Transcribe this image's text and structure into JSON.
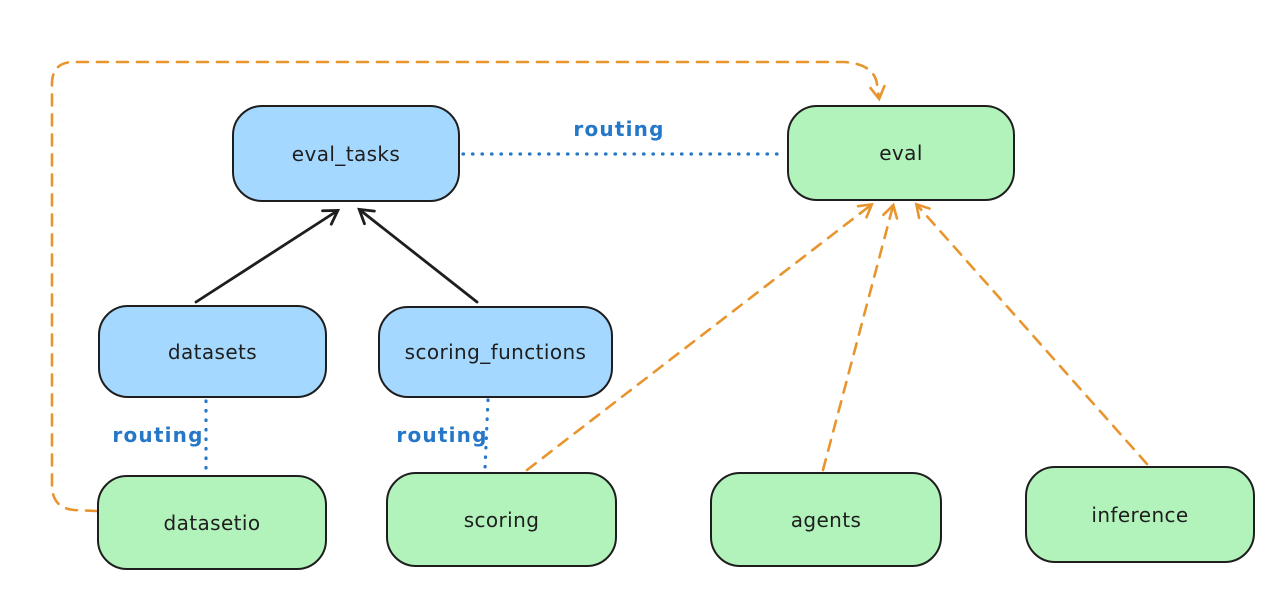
{
  "diagram": {
    "type": "architecture-flow-diagram",
    "colors": {
      "node_fill_blue": "#a5d8ff",
      "node_fill_green": "#b2f2bb",
      "node_stroke": "#1e1e1e",
      "solid_arrow": "#1e1e1e",
      "routing_blue": "#2577c8",
      "dashed_orange": "#e8952e",
      "background": "#ffffff"
    },
    "nodes": [
      {
        "id": "eval_tasks",
        "label": "eval_tasks",
        "fill": "blue"
      },
      {
        "id": "eval",
        "label": "eval",
        "fill": "green"
      },
      {
        "id": "datasets",
        "label": "datasets",
        "fill": "blue"
      },
      {
        "id": "scoring_functions",
        "label": "scoring_functions",
        "fill": "blue"
      },
      {
        "id": "datasetio",
        "label": "datasetio",
        "fill": "green"
      },
      {
        "id": "scoring",
        "label": "scoring",
        "fill": "green"
      },
      {
        "id": "agents",
        "label": "agents",
        "fill": "green"
      },
      {
        "id": "inference",
        "label": "inference",
        "fill": "green"
      }
    ],
    "edges": [
      {
        "from": "datasets",
        "to": "eval_tasks",
        "style": "solid",
        "color": "black",
        "arrow": true,
        "label": ""
      },
      {
        "from": "scoring_functions",
        "to": "eval_tasks",
        "style": "solid",
        "color": "black",
        "arrow": true,
        "label": ""
      },
      {
        "from": "eval_tasks",
        "to": "eval",
        "style": "dotted",
        "color": "blue",
        "arrow": false,
        "label": "routing"
      },
      {
        "from": "datasets",
        "to": "datasetio",
        "style": "dotted",
        "color": "blue",
        "arrow": false,
        "label": "routing"
      },
      {
        "from": "scoring_functions",
        "to": "scoring",
        "style": "dotted",
        "color": "blue",
        "arrow": false,
        "label": "routing"
      },
      {
        "from": "datasetio",
        "to": "eval",
        "style": "dashed",
        "color": "orange",
        "arrow": true,
        "label": "",
        "route": "around-left-top"
      },
      {
        "from": "scoring",
        "to": "eval",
        "style": "dashed",
        "color": "orange",
        "arrow": true,
        "label": ""
      },
      {
        "from": "agents",
        "to": "eval",
        "style": "dashed",
        "color": "orange",
        "arrow": true,
        "label": ""
      },
      {
        "from": "inference",
        "to": "eval",
        "style": "dashed",
        "color": "orange",
        "arrow": true,
        "label": ""
      }
    ]
  }
}
